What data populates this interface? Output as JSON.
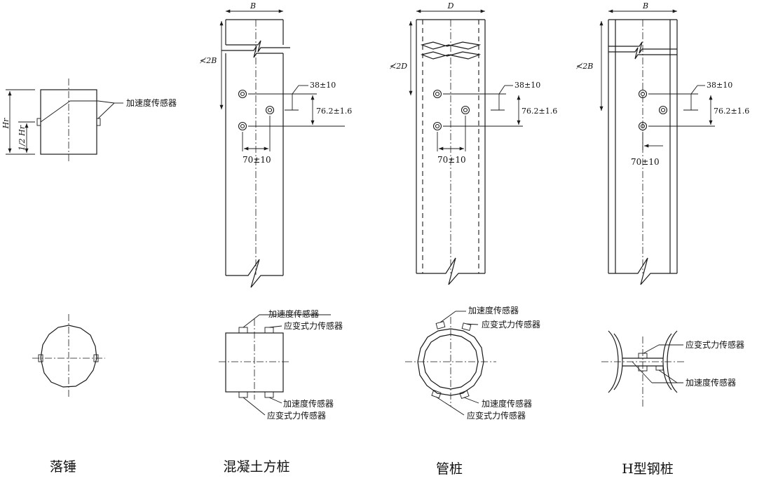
{
  "labels": {
    "accel_sensor": "加速度传感器",
    "strain_sensor": "应变式力传感器",
    "hr": "Hr",
    "half_hr": "1/2 Hr",
    "B": "B",
    "D": "D",
    "two_b": "≮2B",
    "two_d": "≮2D",
    "d38": "38±10",
    "d76": "76.2±1.6",
    "d70": "70±10"
  },
  "captions": {
    "hammer": "落锤",
    "concrete_pile": "混凝土方桩",
    "pipe_pile": "管桩",
    "h_pile": "H型钢桩"
  }
}
